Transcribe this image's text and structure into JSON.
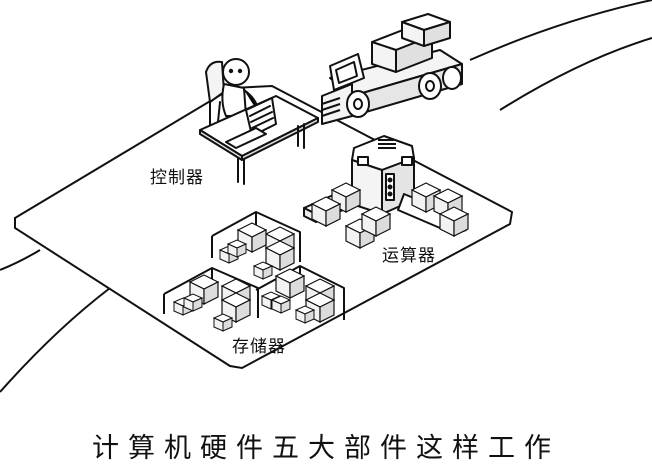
{
  "labels": {
    "controller": "控制器",
    "alu": "运算器",
    "storage": "存储器"
  },
  "caption": "计算机硬件五大部件这样工作",
  "colors": {
    "ink": "#111111",
    "paper": "#ffffff",
    "box_face": "#f4f4f4",
    "box_side": "#e4e4e4"
  }
}
